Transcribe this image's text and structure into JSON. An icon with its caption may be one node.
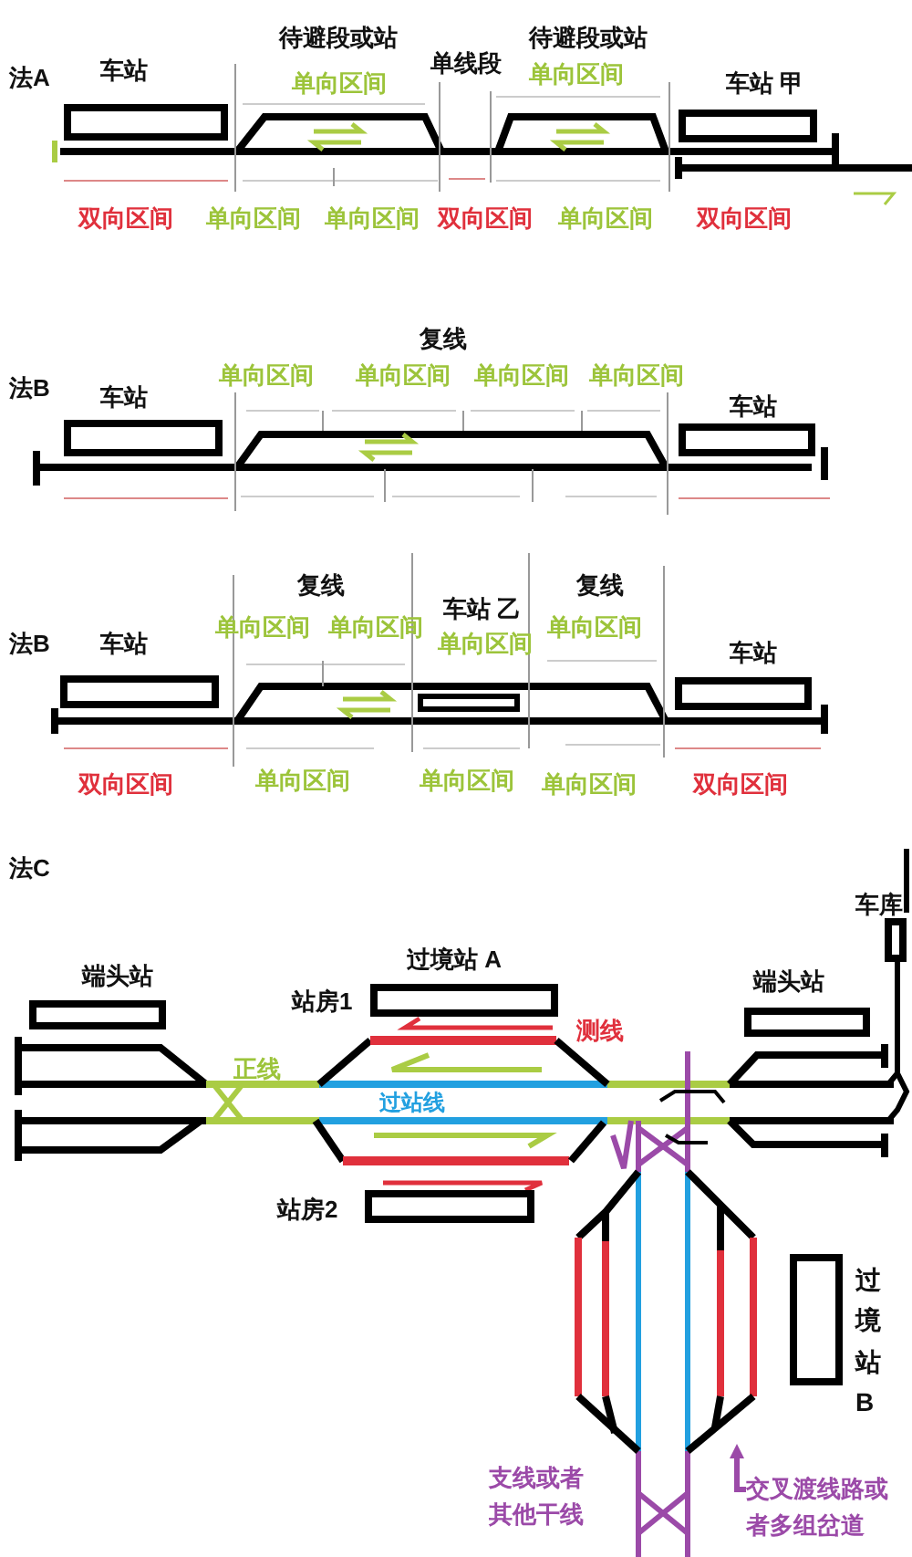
{
  "diagram": {
    "nodes": [
      {
        "text": [
          "车站"
        ]
      },
      {
        "text": [
          "车站 甲"
        ]
      },
      {
        "text": [
          "车站"
        ]
      },
      {
        "text": [
          "车站"
        ]
      },
      {
        "text": [
          "车站"
        ]
      },
      {
        "text": [
          "车站 乙"
        ]
      },
      {
        "text": [
          "车站"
        ]
      },
      {
        "text": [
          "端头站"
        ]
      },
      {
        "text": [
          "过境站 A"
        ],
        "beside": [
          "站房1"
        ]
      },
      {
        "text": [
          "站房2"
        ]
      },
      {
        "text": [
          "端头站"
        ]
      },
      {
        "text": [
          "车库"
        ]
      },
      {
        "text": [
          "过境站B"
        ]
      },
      {
        "text": [
          "交叉渡线路或者多组岔道"
        ]
      },
      {
        "text": [],
        "shape": "bar"
      }
    ],
    "edges": [
      {
        "from": 13,
        "to": 14,
        "arrow": "to"
      }
    ],
    "labels": [
      "法A",
      "待避段或站",
      "单向区间",
      "单线段",
      "待避段或站",
      "单向区间",
      "双向区间",
      "单向区间",
      "单向区间",
      "双向区间",
      "单向区间",
      "双向区间",
      "复线",
      "法B",
      "单向区间",
      "单向区间",
      "单向区间",
      "单向区间",
      "复线",
      "复线",
      "法B",
      "单向区间",
      "单向区间",
      "单向区间",
      "单向区间",
      "双向区间",
      "单向区间",
      "单向区间",
      "单向区间",
      "双向区间",
      "法C",
      "测线",
      "正线",
      "过站线",
      "支线或者其他干线"
    ]
  }
}
